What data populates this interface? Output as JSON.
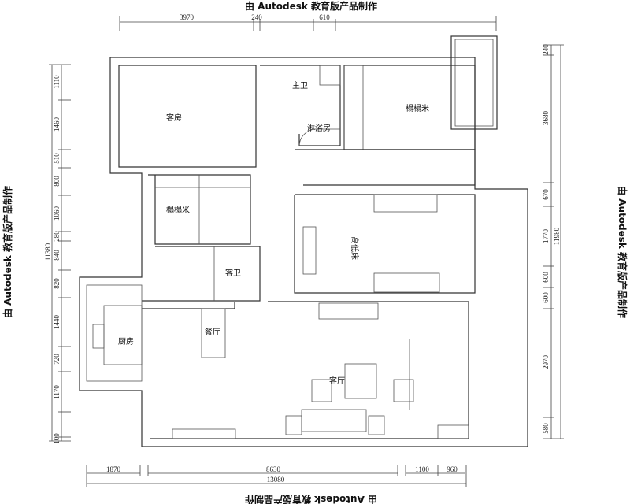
{
  "watermark": "由 Autodesk 教育版产品制作",
  "rooms": {
    "guest_room": "客房",
    "master_bath": "主卫",
    "shower": "淋浴房",
    "tatami_upper": "榻榻米",
    "tatami_lower": "榻榻米",
    "bunk_bed_room": "高低床",
    "guest_bath": "客卫",
    "kitchen": "厨房",
    "dining": "餐厅",
    "living": "客厅"
  },
  "dimensions": {
    "top": [
      "3970",
      "240",
      "610"
    ],
    "left": [
      "1110",
      "1460",
      "510",
      "800",
      "1060",
      "280",
      "840",
      "820",
      "1440",
      "720",
      "1170",
      "100"
    ],
    "left_total": "11380",
    "right": [
      "240",
      "3680",
      "670",
      "1770",
      "600",
      "600",
      "2970",
      "580"
    ],
    "right_total": "11980",
    "bottom": [
      "1870",
      "8630",
      "1100",
      "960"
    ],
    "bottom_total": "13080"
  }
}
